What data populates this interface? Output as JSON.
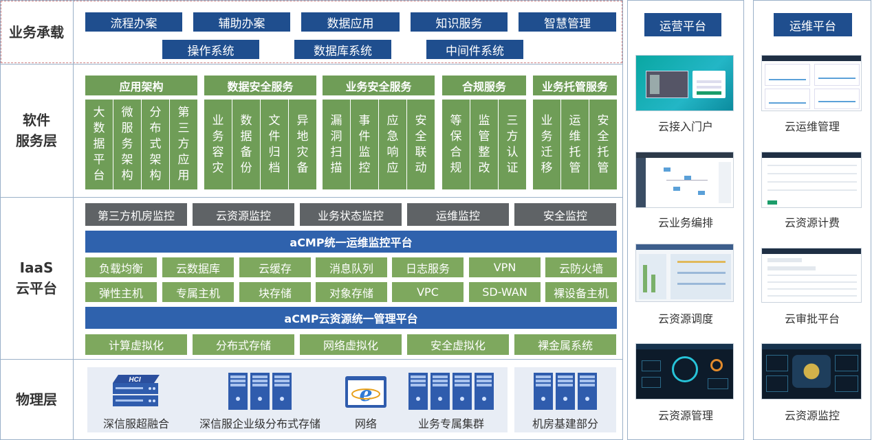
{
  "layers": {
    "business": "业务承载",
    "software": "软件\n服务层",
    "iaas": "IaaS\n云平台",
    "physical": "物理层"
  },
  "business": {
    "row1": [
      "流程办案",
      "辅助办案",
      "数据应用",
      "知识服务",
      "智慧管理"
    ],
    "row2": [
      "操作系统",
      "数据库系统",
      "中间件系统"
    ]
  },
  "software": {
    "groups": [
      {
        "title": "应用架构",
        "items": [
          "大数据平台",
          "微服务架构",
          "分布式架构",
          "第三方应用"
        ]
      },
      {
        "title": "数据安全服务",
        "items": [
          "业务容灾",
          "数据备份",
          "文件归档",
          "异地灾备"
        ]
      },
      {
        "title": "业务安全服务",
        "items": [
          "漏洞扫描",
          "事件监控",
          "应急响应",
          "安全联动"
        ]
      },
      {
        "title": "合规服务",
        "items": [
          "等保合规",
          "监管整改",
          "三方认证"
        ]
      },
      {
        "title": "业务托管服务",
        "items": [
          "业务迁移",
          "运维托管",
          "安全托管"
        ]
      }
    ]
  },
  "iaas": {
    "monitors": [
      "第三方机房监控",
      "云资源监控",
      "业务状态监控",
      "运维监控",
      "安全监控"
    ],
    "ops_platform": "aCMP统一运维监控平台",
    "services_row1": [
      "负载均衡",
      "云数据库",
      "云缓存",
      "消息队列",
      "日志服务",
      "VPN",
      "云防火墙"
    ],
    "services_row2": [
      "弹性主机",
      "专属主机",
      "块存储",
      "对象存储",
      "VPC",
      "SD-WAN",
      "裸设备主机"
    ],
    "mgmt_platform": "aCMP云资源统一管理平台",
    "virtualization": [
      "计算虚拟化",
      "分布式存储",
      "网络虚拟化",
      "安全虚拟化",
      "裸金属系统"
    ]
  },
  "physical": {
    "items": [
      "深信服超融合",
      "深信服企业级分布式存储",
      "网络",
      "业务专属集群",
      "机房基建部分"
    ],
    "hci_logo_text": "HCI"
  },
  "ops_panel": {
    "title": "运营平台",
    "items": [
      "云接入门户",
      "云业务编排",
      "云资源调度",
      "云资源管理"
    ]
  },
  "maint_panel": {
    "title": "运维平台",
    "items": [
      "云运维管理",
      "云资源计费",
      "云审批平台",
      "云资源监控"
    ]
  },
  "colors": {
    "navy": "#1f4e8e",
    "green": "#6f9d57",
    "gray": "#5f6366",
    "blue": "#2f62ad",
    "border": "#9ab0c8"
  },
  "icons": [
    "server-rack-icon",
    "hci-appliance-icon",
    "network-globe-icon"
  ]
}
